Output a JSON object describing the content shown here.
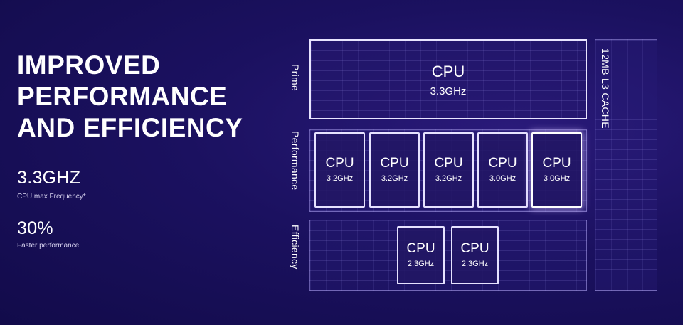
{
  "headline": [
    "IMPROVED",
    "PERFORMANCE",
    "AND EFFICIENCY"
  ],
  "stats": [
    {
      "value": "3.3GHZ",
      "label": "CPU max Frequency*"
    },
    {
      "value": "30%",
      "label": "Faster performance"
    }
  ],
  "clusters": {
    "prime": {
      "label": "Prime",
      "cpu": "CPU",
      "freq": "3.3GHz"
    },
    "performance": {
      "label": "Performance",
      "cores": [
        {
          "cpu": "CPU",
          "freq": "3.2GHz"
        },
        {
          "cpu": "CPU",
          "freq": "3.2GHz"
        },
        {
          "cpu": "CPU",
          "freq": "3.2GHz"
        },
        {
          "cpu": "CPU",
          "freq": "3.0GHz"
        },
        {
          "cpu": "CPU",
          "freq": "3.0GHz"
        }
      ]
    },
    "efficiency": {
      "label": "Efficiency",
      "cores": [
        {
          "cpu": "CPU",
          "freq": "2.3GHz"
        },
        {
          "cpu": "CPU",
          "freq": "2.3GHz"
        }
      ]
    }
  },
  "cache": {
    "label": "12MB L3 CACHE"
  }
}
